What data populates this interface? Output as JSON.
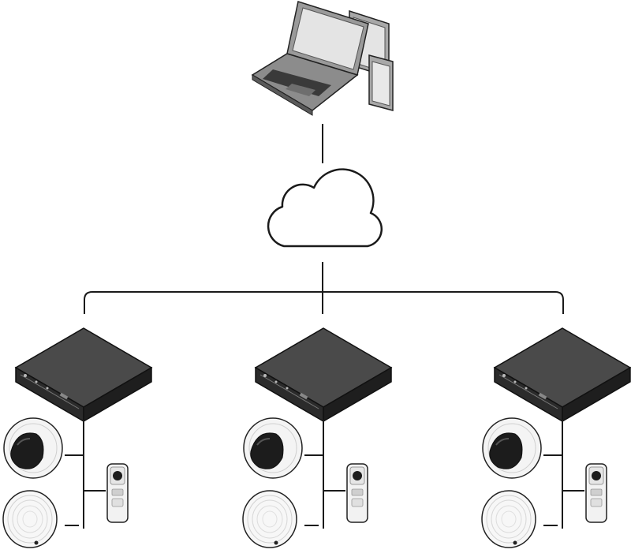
{
  "diagram": {
    "nodes": [
      {
        "id": "client-devices",
        "kind": "client-devices",
        "icons": [
          "laptop-icon",
          "tablet-icon",
          "phone-icon"
        ]
      },
      {
        "id": "cloud",
        "kind": "cloud",
        "icon": "cloud-icon"
      },
      {
        "id": "recorder-1",
        "kind": "network-video-recorder",
        "icon": "rack-server-icon"
      },
      {
        "id": "recorder-2",
        "kind": "network-video-recorder",
        "icon": "rack-server-icon"
      },
      {
        "id": "recorder-3",
        "kind": "network-video-recorder",
        "icon": "rack-server-icon"
      }
    ],
    "site_devices": [
      {
        "kind": "dome-camera",
        "icon": "dome-camera-icon"
      },
      {
        "kind": "speaker",
        "icon": "ceiling-speaker-icon"
      },
      {
        "kind": "door-station",
        "icon": "intercom-icon"
      }
    ],
    "edges": [
      [
        "client-devices",
        "cloud"
      ],
      [
        "cloud",
        "recorder-1"
      ],
      [
        "cloud",
        "recorder-2"
      ],
      [
        "cloud",
        "recorder-3"
      ]
    ]
  },
  "colors": {
    "line": "#1a1a1a",
    "server_top": "#4a4a4a",
    "server_front": "#2b2b2b",
    "device_body": "#f2f2f2",
    "device_dark": "#1c1c1c",
    "laptop_body": "#9a9a9a",
    "laptop_screen": "#e4e4e4"
  }
}
